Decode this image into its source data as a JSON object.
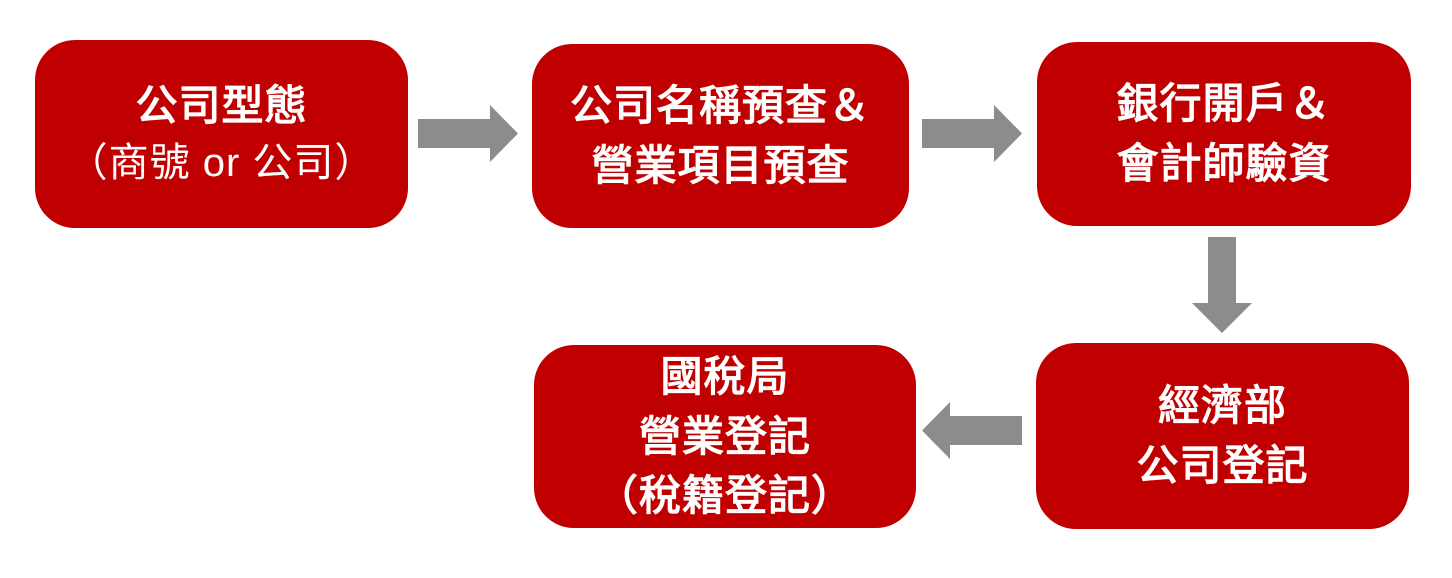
{
  "colors": {
    "box_fill": "#c00000",
    "box_text": "#ffffff",
    "arrow": "#8c8c8c",
    "background": "#ffffff"
  },
  "flowchart": {
    "steps": [
      {
        "key": "company-type",
        "lines": [
          "公司型態",
          "（商號 or 公司）"
        ]
      },
      {
        "key": "name-precheck",
        "lines": [
          "公司名稱預查＆",
          "營業項目預查"
        ]
      },
      {
        "key": "bank",
        "lines": [
          "銀行開戶＆",
          "會計師驗資"
        ]
      },
      {
        "key": "moea",
        "lines": [
          "經濟部",
          "公司登記"
        ]
      },
      {
        "key": "tax",
        "lines": [
          "國稅局",
          "營業登記",
          "（稅籍登記）"
        ]
      }
    ],
    "arrows": [
      {
        "key": "step1-to-step2",
        "direction": "right"
      },
      {
        "key": "step2-to-step3",
        "direction": "right"
      },
      {
        "key": "step3-to-step4",
        "direction": "down"
      },
      {
        "key": "step4-to-step5",
        "direction": "left"
      }
    ]
  }
}
